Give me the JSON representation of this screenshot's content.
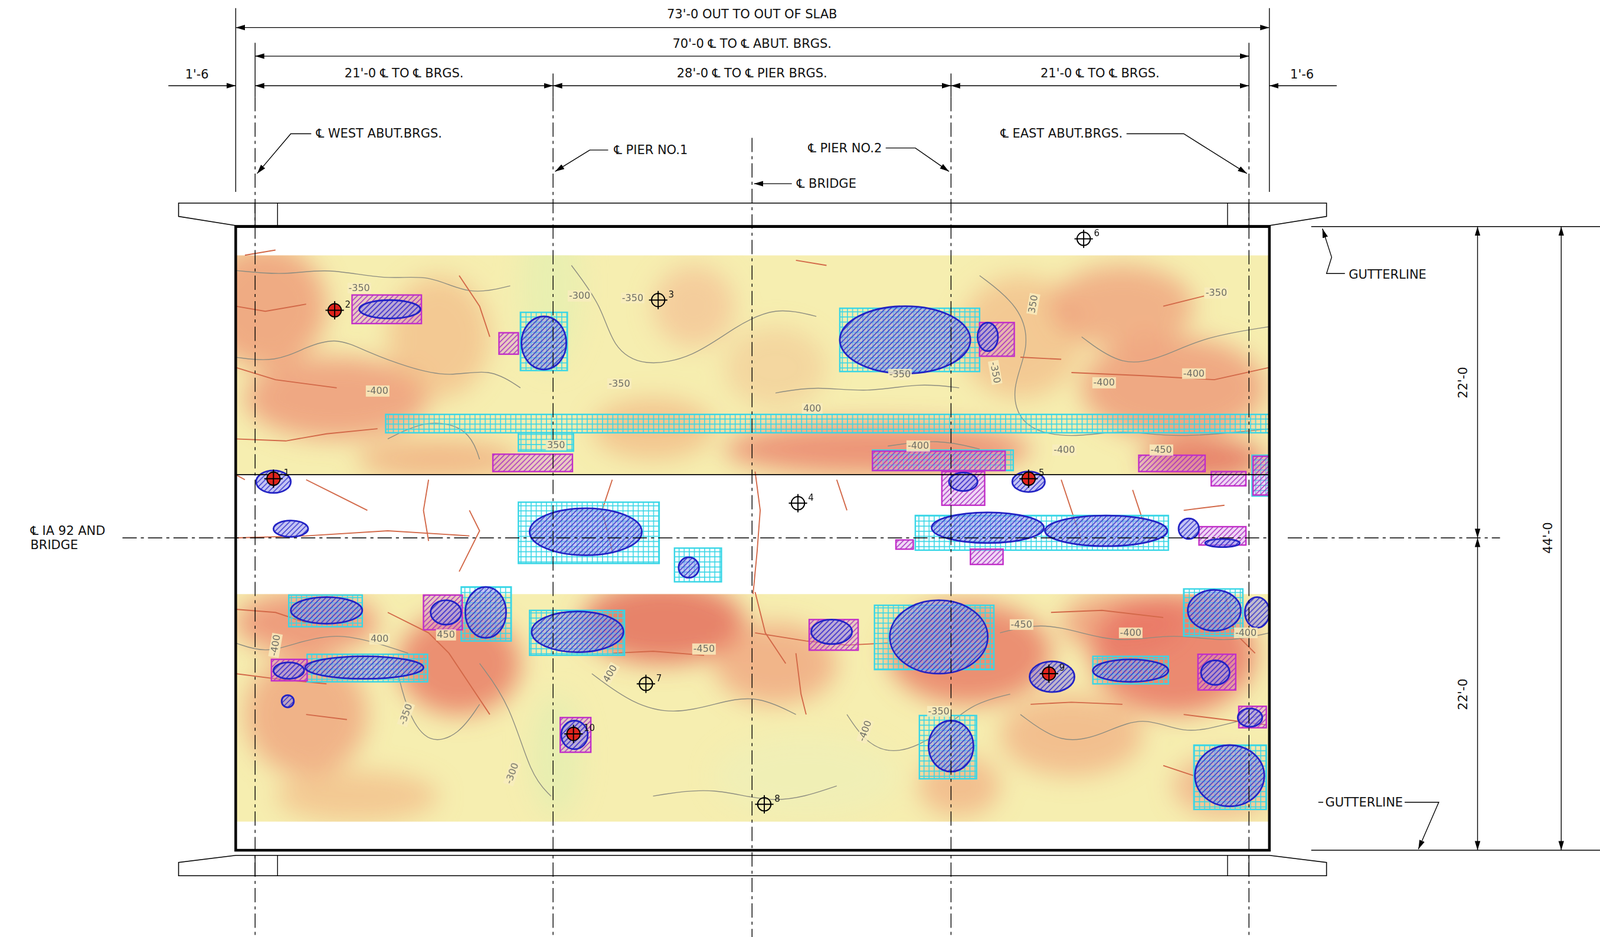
{
  "diagram": {
    "labels": [
      "73'-0 OUT TO OUT OF SLAB",
      "70'-0 ℄ TO ℄ ABUT. BRGS.",
      "1'-6",
      "21'-0 ℄ TO ℄ BRGS.",
      "28'-0 ℄ TO ℄ PIER BRGS.",
      "21'-0 ℄ TO ℄ BRGS.",
      "1'-6",
      "℄ WEST ABUT.BRGS.",
      "℄ PIER NO.1",
      "℄ PIER NO.2",
      "℄ BRIDGE",
      "℄ EAST ABUT.BRGS.",
      "GUTTERLINE",
      "GUTTERLINE",
      "22'-0",
      "22'-0",
      "44'-0",
      "℄ IA 92 AND BRIDGE",
      "1",
      "2",
      "3",
      "4",
      "5",
      "6",
      "7",
      "8",
      "9",
      "10",
      "-350",
      "-400",
      "-300",
      "-350",
      "-350",
      "400",
      "-350",
      "350",
      "-350",
      "-350",
      "-400",
      "-400",
      "-400",
      "-400",
      "-450",
      "350",
      "-400",
      "400",
      "450",
      "-350",
      "-300",
      "400",
      "-450",
      "-400",
      "-350",
      "-450",
      "-400",
      "-400"
    ]
  }
}
